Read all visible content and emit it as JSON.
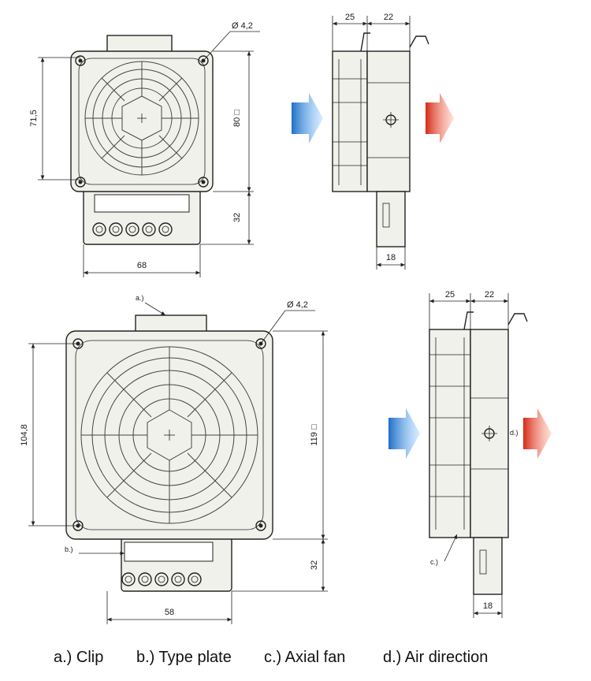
{
  "units": "mm",
  "small": {
    "front": {
      "hole": "Ø 4,2",
      "width_hole": "71,5",
      "height": "80 □",
      "terminal_height": "32",
      "terminal_width": "68"
    },
    "side": {
      "depth_left": "25",
      "depth_right": "22",
      "terminal_depth": "18"
    }
  },
  "large": {
    "front": {
      "hole": "Ø 4,2",
      "width_hole": "104,8",
      "height": "119 □",
      "terminal_height": "32",
      "terminal_width": "58",
      "clip_marker": "a.)",
      "plate_marker": "b.)"
    },
    "side": {
      "depth_left": "25",
      "depth_right": "22",
      "terminal_depth": "18",
      "fan_marker": "c.)",
      "air_marker": "d.)"
    }
  },
  "colors": {
    "air_in": "#3a8fd8",
    "air_out": "#e0452a"
  },
  "legend": [
    {
      "marker": "a.)",
      "text": "Clip"
    },
    {
      "marker": "b.)",
      "text": "Type plate"
    },
    {
      "marker": "c.)",
      "text": "Axial fan"
    },
    {
      "marker": "d.)",
      "text": "Air direction"
    }
  ]
}
